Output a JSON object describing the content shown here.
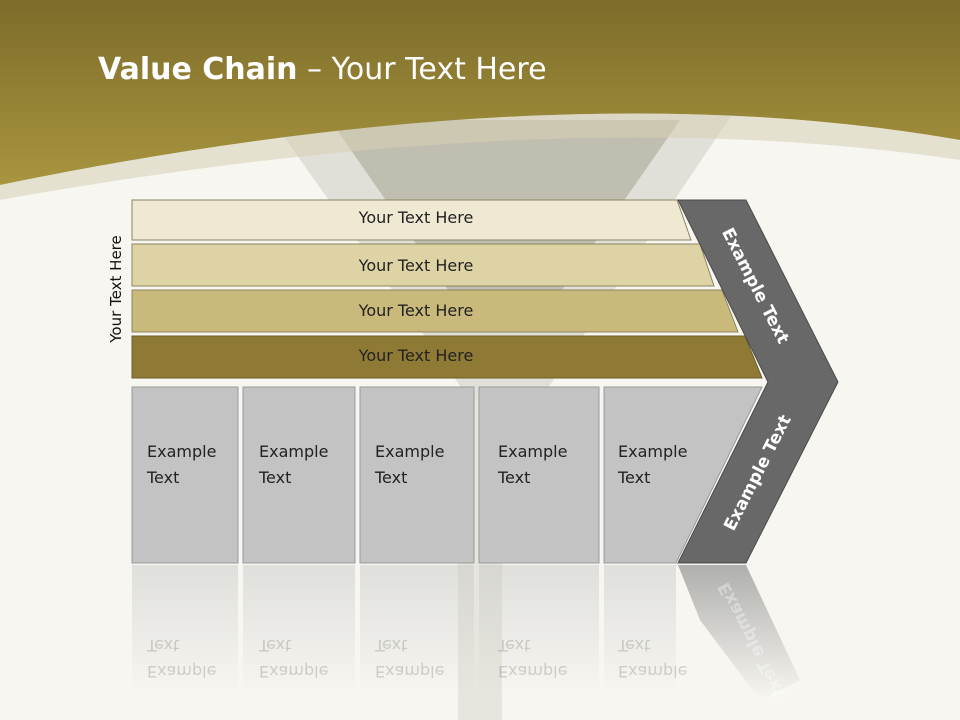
{
  "title": {
    "bold": "Value Chain",
    "rest": " – Your Text Here"
  },
  "vertical_label": "Your Text Here",
  "layers": [
    {
      "label": "Your Text Here",
      "color": "#efe9d4"
    },
    {
      "label": "Your Text Here",
      "color": "#ddd3a5"
    },
    {
      "label": "Your Text Here",
      "color": "#c9b97a"
    },
    {
      "label": "Your Text Here",
      "color": "#8e7a34"
    }
  ],
  "cells": [
    {
      "line1": "Example",
      "line2": "Text"
    },
    {
      "line1": "Example",
      "line2": "Text"
    },
    {
      "line1": "Example",
      "line2": "Text"
    },
    {
      "line1": "Example",
      "line2": "Text"
    },
    {
      "line1": "Example",
      "line2": "Text"
    }
  ],
  "arrow": {
    "top_label": "Example Text",
    "bottom_label": "Example Text",
    "color": "#686868"
  },
  "colors": {
    "header": "#9c8b3a",
    "cell": "#c3c3c3"
  }
}
